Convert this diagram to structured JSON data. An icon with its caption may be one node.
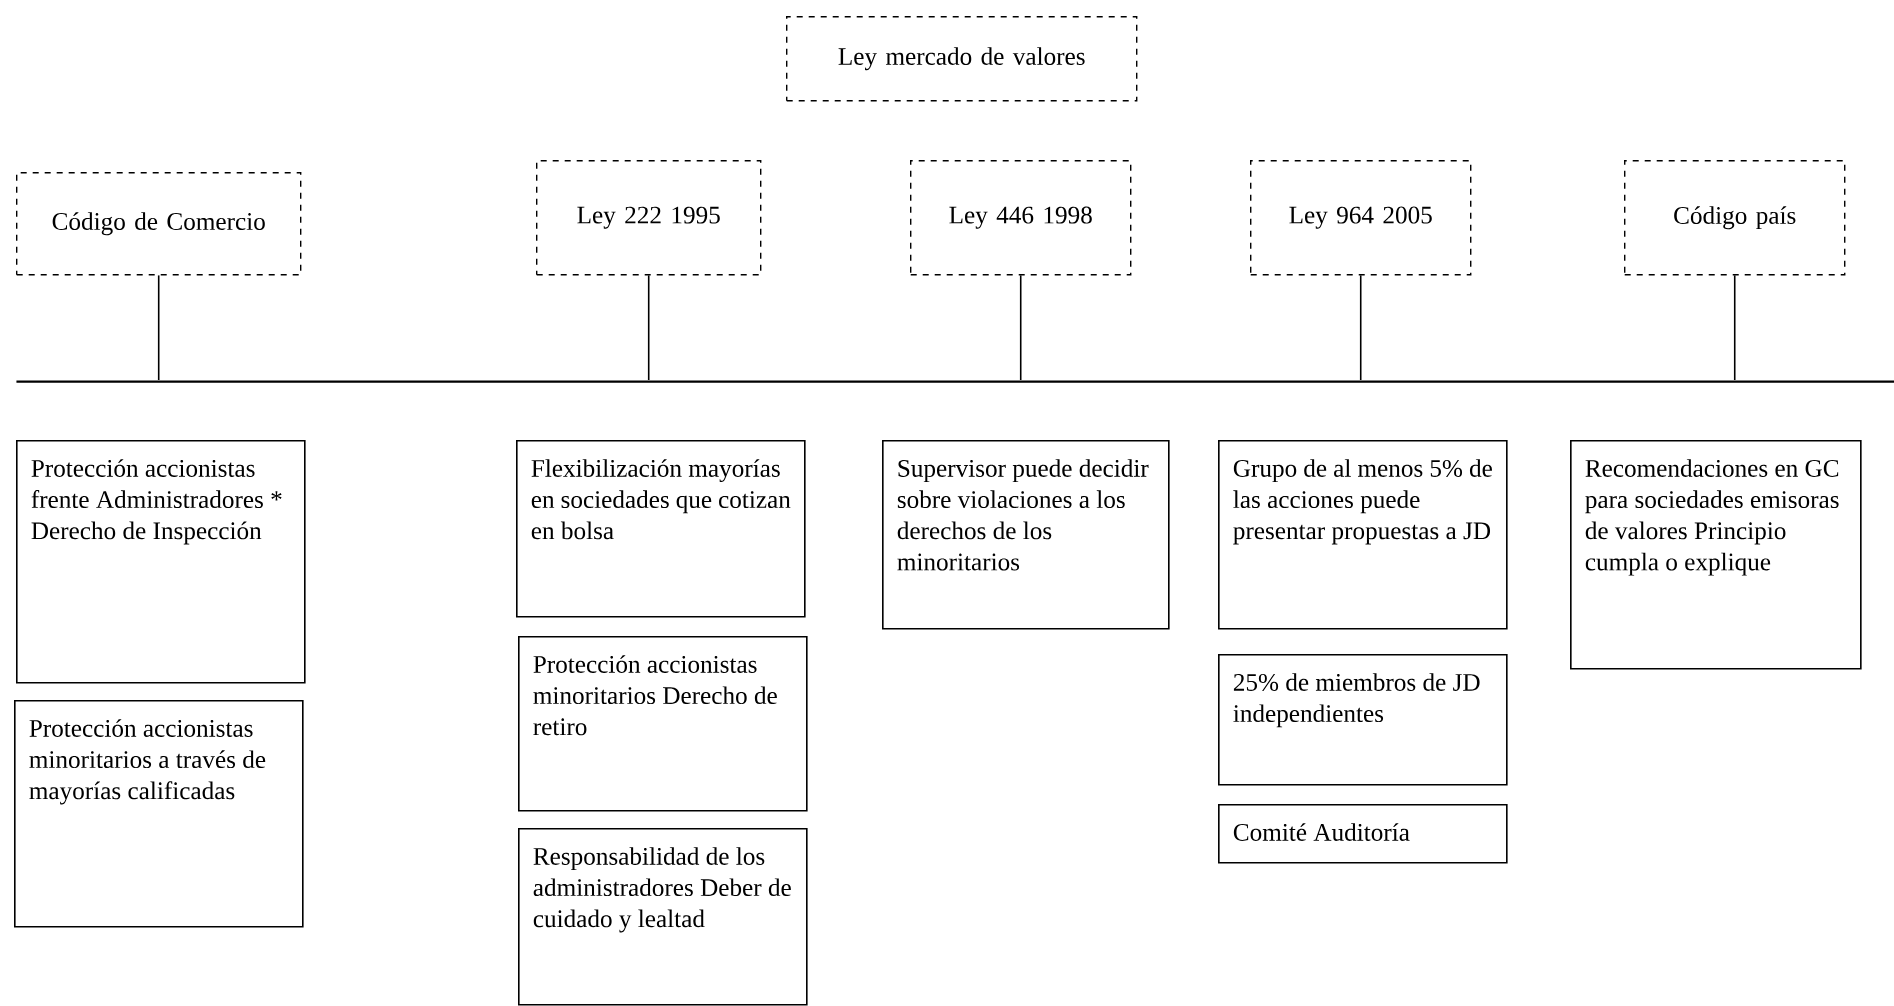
{
  "diagram": {
    "nodes": [
      {
        "text": [
          "Ley mercado de valores"
        ]
      },
      {
        "text": [
          "Código de Comercio"
        ]
      },
      {
        "text": [
          "Ley 222 1995"
        ]
      },
      {
        "text": [
          "Ley 446 1998"
        ]
      },
      {
        "text": [
          "Ley 964 2005"
        ]
      },
      {
        "text": [
          "Código país"
        ]
      },
      {
        "text": [],
        "shape": "line"
      },
      {
        "text": [
          "Protección accionistas frente Administradores * Derecho de Inspección"
        ]
      },
      {
        "text": [
          "Protección accionistas minoritarios a través de mayorías calificadas"
        ]
      },
      {
        "text": [
          "Flexibilización mayorías en sociedades que cotizan en bolsa"
        ]
      },
      {
        "text": [
          "Protección accionistas minoritarios Derecho de retiro"
        ]
      },
      {
        "text": [
          "Responsabilidad de los administradores Deber de cuidado y lealtad"
        ]
      },
      {
        "text": [
          "Supervisor puede decidir sobre violaciones a los derechos de los minoritarios"
        ]
      },
      {
        "text": [
          "Grupo de al menos 5% de las acciones puede presentar propuestas a JD"
        ]
      },
      {
        "text": [
          "25% de miembros de JD independientes"
        ]
      },
      {
        "text": [
          "Comité Auditoría"
        ]
      },
      {
        "text": [
          "Recomendaciones en GC para sociedades emisoras de valores Principio cumpla o explique"
        ]
      }
    ],
    "edges": [
      {
        "from": 1,
        "to": 6,
        "arrow": "none"
      },
      {
        "from": 2,
        "to": 6,
        "arrow": "none"
      },
      {
        "from": 3,
        "to": 6,
        "arrow": "none"
      },
      {
        "from": 4,
        "to": 6,
        "arrow": "none"
      },
      {
        "from": 5,
        "to": 6,
        "arrow": "none"
      }
    ]
  }
}
